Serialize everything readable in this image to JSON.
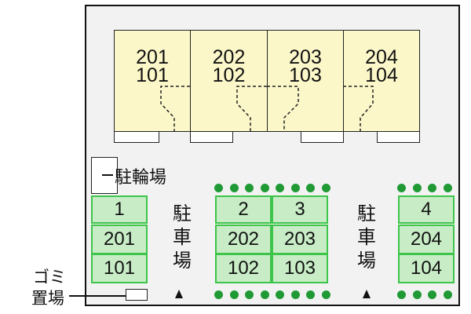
{
  "units": [
    {
      "upper": "201",
      "lower": "101"
    },
    {
      "upper": "202",
      "lower": "102"
    },
    {
      "upper": "203",
      "lower": "103"
    },
    {
      "upper": "204",
      "lower": "104"
    }
  ],
  "bicycle_parking_label": "駐輪場",
  "parking_label_chars": [
    "駐",
    "車",
    "場"
  ],
  "garbage_label_line1": "ゴミ",
  "garbage_label_line2": "置場",
  "parking_left": {
    "spaces": [
      {
        "space": "1",
        "room": "201",
        "room2": "101"
      }
    ]
  },
  "parking_center": {
    "spaces": [
      {
        "space": "2",
        "room": "202",
        "room2": "102"
      },
      {
        "space": "3",
        "room": "203",
        "room2": "103"
      }
    ]
  },
  "parking_right": {
    "spaces": [
      {
        "space": "4",
        "room": "204",
        "room2": "104"
      }
    ]
  },
  "colors": {
    "building": "#fbf7c9",
    "parking_fill": "#c8edc6",
    "parking_border": "#3dc44a",
    "tree": "#1f9a35",
    "site": "#f2f2f2"
  }
}
